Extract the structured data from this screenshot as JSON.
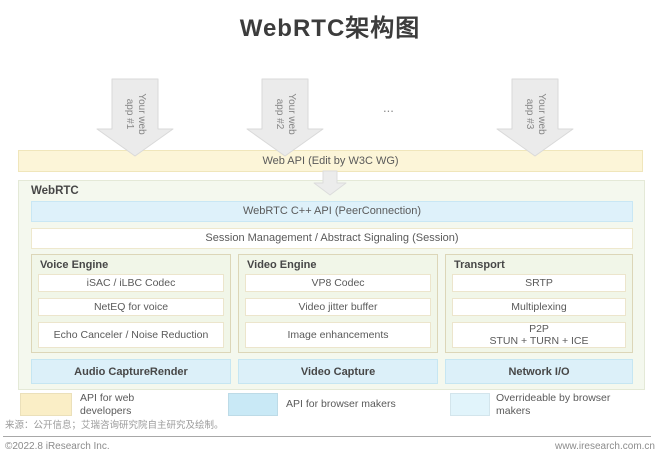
{
  "title": "WebRTC架构图",
  "arrows": [
    {
      "label": "Your web\napp #1"
    },
    {
      "label": "Your web\napp #2"
    },
    {
      "label": "Your web\napp #3"
    }
  ],
  "ellipsis": "...",
  "web_api_bar": "Web API (Edit by W3C WG)",
  "webrtc": {
    "label": "WebRTC",
    "cpp_api_bar": "WebRTC C++ API (PeerConnection)",
    "session_bar": "Session Management / Abstract Signaling (Session)",
    "columns": [
      {
        "header": "Voice Engine",
        "items": [
          "iSAC / iLBC Codec",
          "NetEQ for voice",
          "Echo Canceler / Noise Reduction"
        ],
        "footer": "Audio CaptureRender"
      },
      {
        "header": "Video Engine",
        "items": [
          "VP8 Codec",
          "Video jitter buffer",
          "Image enhancements"
        ],
        "footer": "Video Capture"
      },
      {
        "header": "Transport",
        "items": [
          "SRTP",
          "Multiplexing",
          "P2P\nSTUN + TURN + ICE"
        ],
        "footer": "Network I/O"
      }
    ]
  },
  "legend": [
    {
      "color": "#faeec6",
      "label": "API for web developers"
    },
    {
      "color": "#c9e9f6",
      "label": "API for browser makers"
    },
    {
      "color": "#e1f4fb",
      "label": "Overrideable by browser makers"
    }
  ],
  "footer": {
    "source": "来源：公开信息；艾瑞咨询研究院自主研究及绘制。",
    "copyright": "©2022.8 iResearch Inc.",
    "website": "www.iresearch.com.cn"
  },
  "colors": {
    "yellow_bar_bg": "#fcf5d8",
    "webrtc_box_bg": "#f4f8ee",
    "blue_bar_bg": "#def1fa",
    "column_bg": "#f1f6e8",
    "bottom_bar_bg": "#dcf0f9",
    "arrow_fill": "#ebebeb"
  }
}
